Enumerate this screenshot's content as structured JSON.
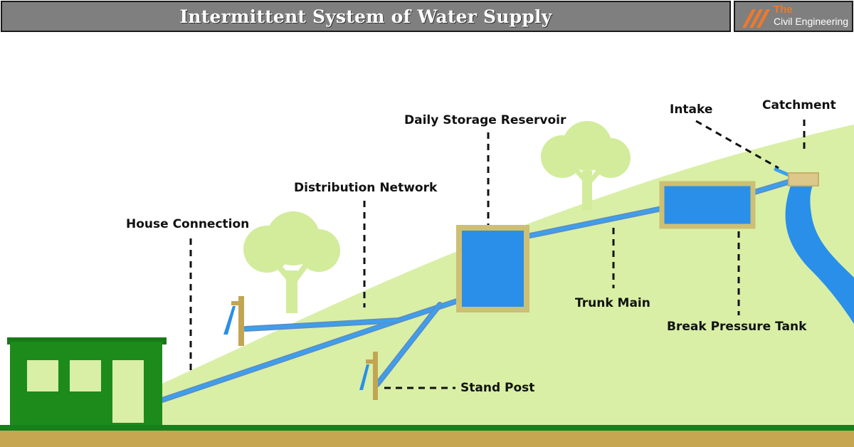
{
  "header": {
    "title": "Intermittent System of Water Supply",
    "logo": {
      "line1": "The",
      "line2": "Civil Engineering",
      "accent": "#f0792b"
    }
  },
  "labels": {
    "catchment": "Catchment",
    "intake": "Intake",
    "daily_storage_reservoir": "Daily Storage Reservoir",
    "distribution_network": "Distribution Network",
    "house_connection": "House Connection",
    "trunk_main": "Trunk Main",
    "break_pressure_tank": "Break Pressure Tank",
    "stand_post": "Stand Post"
  },
  "colors": {
    "hill": "#d9efa6",
    "tree": "#d2ec9c",
    "water": "#2a8fe8",
    "tank_frame": "#cdbf73",
    "house": "#1c8b1c",
    "ground": "#c7a651",
    "header": "#7f7f7f"
  }
}
